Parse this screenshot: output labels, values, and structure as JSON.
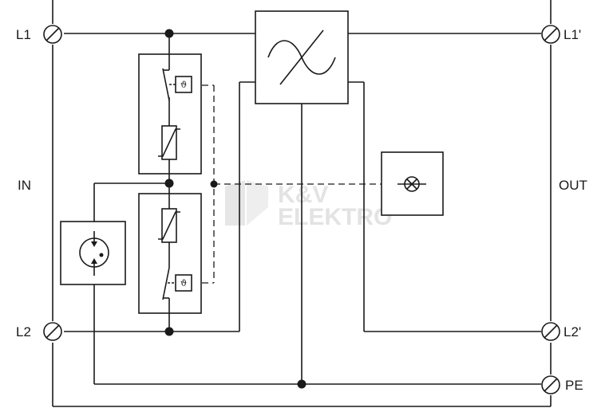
{
  "labels": {
    "in": "IN",
    "out": "OUT",
    "l1": "L1",
    "l2": "L2",
    "l1_out": "L1'",
    "l2_out": "L2'",
    "pe": "PE",
    "thermal": "ϑ"
  },
  "watermark": {
    "line1": "K&V",
    "line2": "ELEKTRO"
  }
}
